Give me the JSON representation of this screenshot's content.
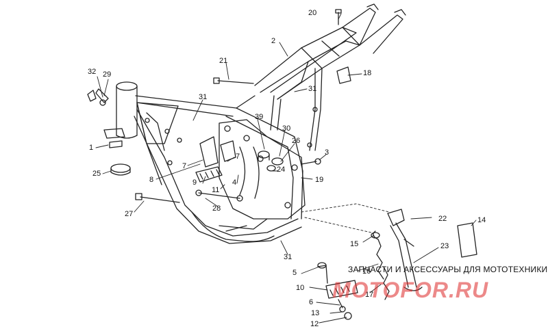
{
  "callouts": {
    "c1": "1",
    "c2": "2",
    "c3": "3",
    "c4": "4",
    "c5": "5",
    "c6": "6",
    "c7a": "7",
    "c7b": "7",
    "c8": "8",
    "c9": "9",
    "c10": "10",
    "c11": "11",
    "c12": "12",
    "c13": "13",
    "c14": "14",
    "c15": "15",
    "c16": "16",
    "c17": "17",
    "c18": "18",
    "c19": "19",
    "c20": "20",
    "c21": "21",
    "c22": "22",
    "c23": "23",
    "c24": "24",
    "c25": "25",
    "c26": "26",
    "c27": "27",
    "c28": "28",
    "c29": "29",
    "c30": "30",
    "c31a": "31",
    "c31b": "31",
    "c31c": "31",
    "c32": "32",
    "c39": "39"
  },
  "watermark": {
    "line1": "ЗАПЧАСТИ И АКСЕССУАРЫ ДЛЯ МОТОТЕХНИКИ",
    "line2": "MOTOFOR.RU"
  }
}
